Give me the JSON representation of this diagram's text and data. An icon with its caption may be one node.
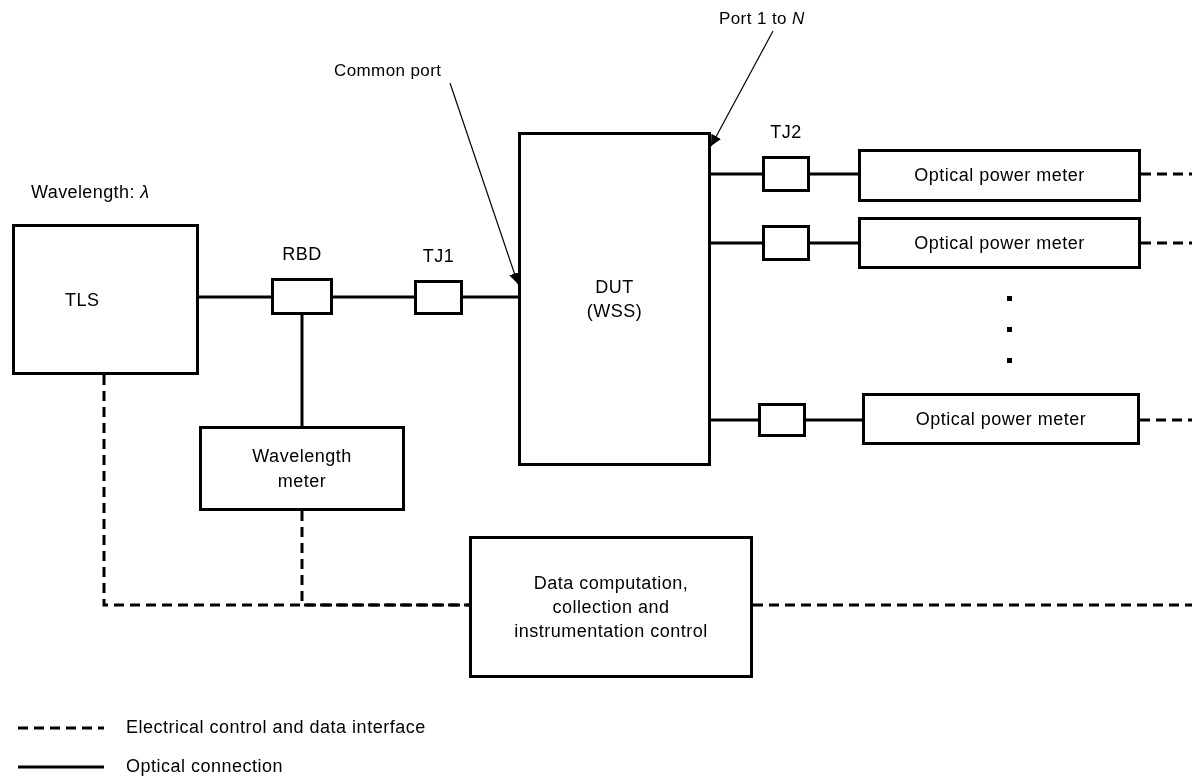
{
  "diagram": {
    "nodes": [
      {
        "text": [
          "TLS"
        ],
        "beside": [
          "Wavelength: *λ*"
        ]
      },
      {
        "text": [
          "RBD"
        ]
      },
      {
        "text": [
          "TJ1"
        ]
      },
      {
        "text": [
          "DUT (WSS)"
        ]
      },
      {
        "text": [
          "TJ2"
        ]
      },
      {
        "text": [
          "Optical power meter"
        ]
      },
      {
        "text": [],
        "shape": "box"
      },
      {
        "text": [
          "Optical power meter"
        ]
      },
      {
        "text": [],
        "shape": "box"
      },
      {
        "text": [
          "Optical power meter"
        ]
      },
      {
        "text": [
          "Wavelength meter"
        ]
      },
      {
        "text": [
          "Data computation, collection and instrumentation control"
        ]
      },
      {
        "text": [
          "Common port"
        ]
      },
      {
        "text": [
          "Port 1 to *N*"
        ]
      }
    ],
    "edges": [
      {
        "from": 0,
        "to": 1,
        "arrow": "none"
      },
      {
        "from": 1,
        "to": 2,
        "arrow": "none"
      },
      {
        "from": 2,
        "to": 3,
        "arrow": "none"
      },
      {
        "from": 1,
        "to": 10,
        "arrow": "none"
      },
      {
        "from": 3,
        "to": 4,
        "arrow": "none"
      },
      {
        "from": 4,
        "to": 5,
        "arrow": "none"
      },
      {
        "from": 3,
        "to": 6,
        "arrow": "none"
      },
      {
        "from": 6,
        "to": 7,
        "arrow": "none"
      },
      {
        "from": 3,
        "to": 8,
        "arrow": "none"
      },
      {
        "from": 8,
        "to": 9,
        "arrow": "none"
      },
      {
        "from": 0,
        "to": 11,
        "arrow": "none",
        "style": "dashed"
      },
      {
        "from": 10,
        "to": 11,
        "arrow": "none",
        "style": "dashed"
      },
      {
        "from": 11,
        "to": null,
        "arrow": "none",
        "style": "dashed"
      },
      {
        "from": 5,
        "to": null,
        "arrow": "none",
        "style": "dashed"
      },
      {
        "from": 7,
        "to": null,
        "arrow": "none",
        "style": "dashed"
      },
      {
        "from": 9,
        "to": null,
        "arrow": "none",
        "style": "dashed"
      },
      {
        "from": 12,
        "to": 3,
        "arrow": "to"
      },
      {
        "from": 13,
        "to": 3,
        "arrow": "to"
      }
    ],
    "legend": [
      {
        "text": "Electrical control and data interface"
      },
      {
        "text": "Optical connection"
      }
    ]
  }
}
